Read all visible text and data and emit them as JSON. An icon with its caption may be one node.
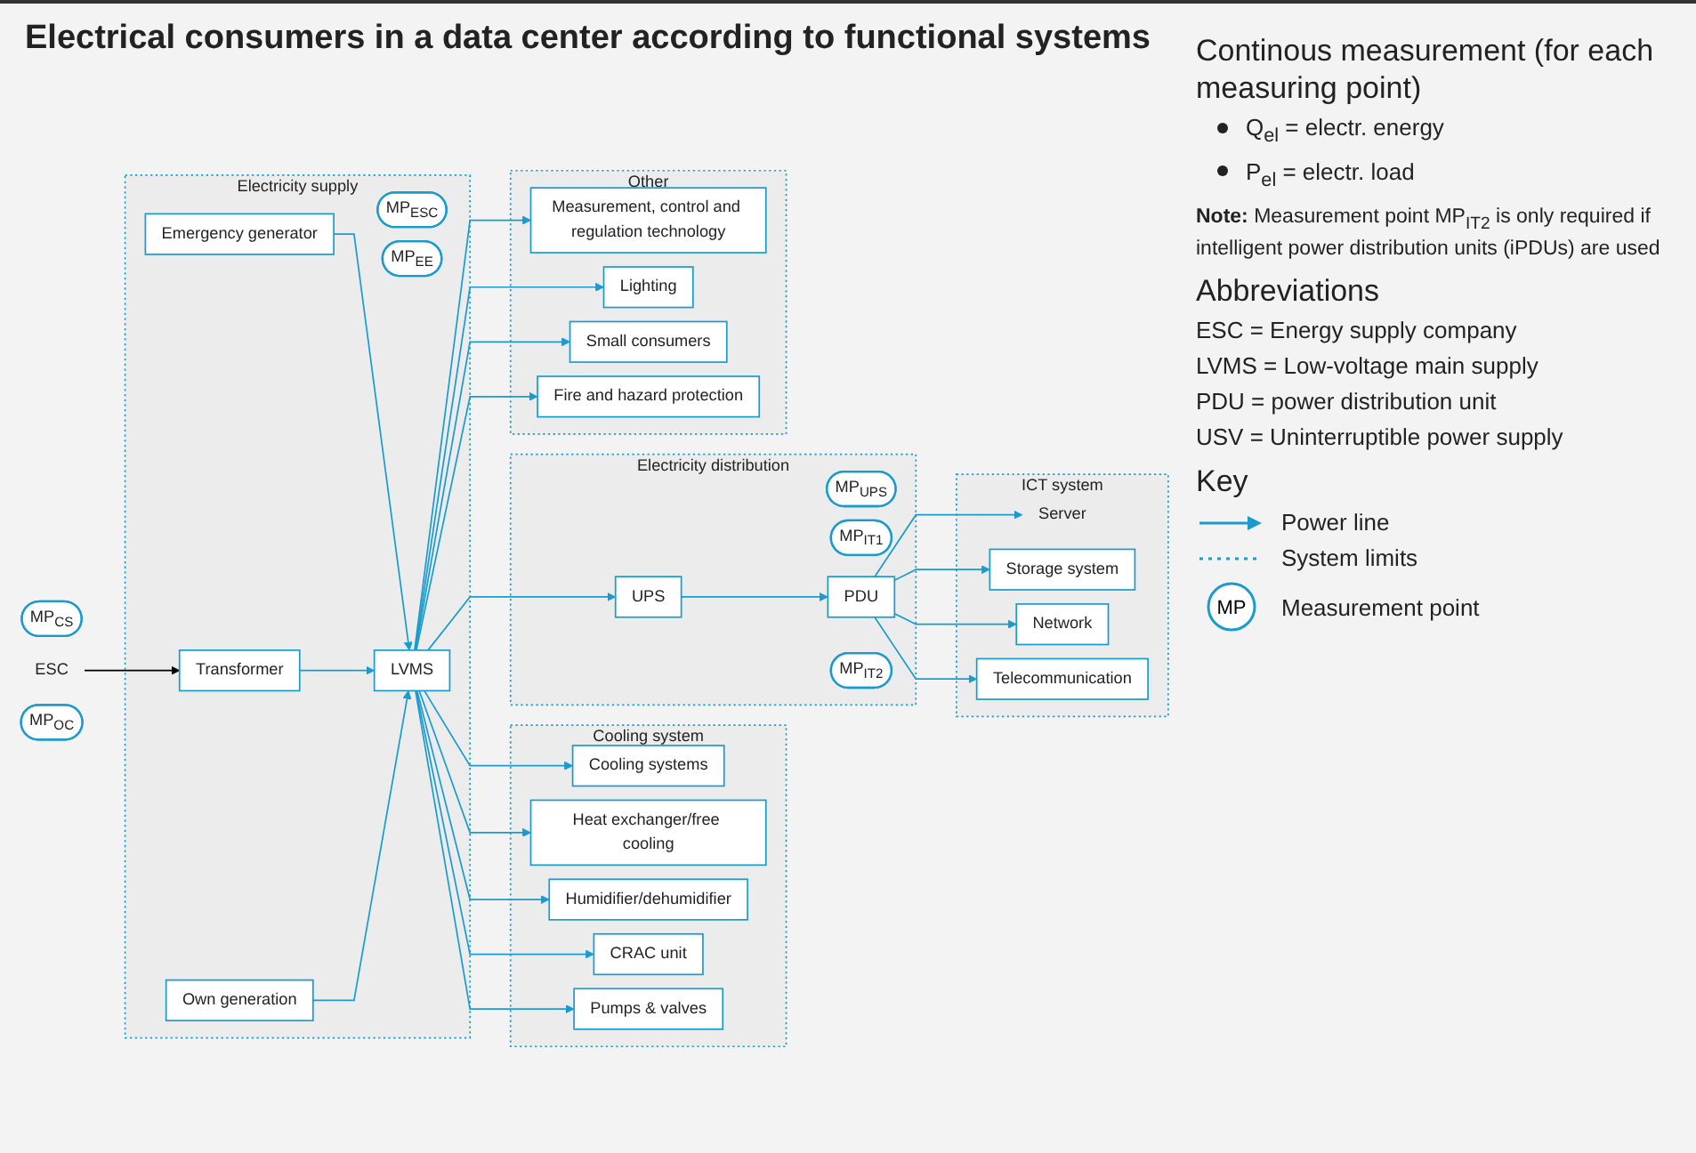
{
  "diagram": {
    "title": "Electrical consumers in a data center according to functional systems",
    "nodes": [
      {
        "text": [
          "Cooling system"
        ]
      },
      {
        "text": [
          "Cooling systems"
        ],
        "in": 0
      },
      {
        "text": [
          "Heat exchanger/free cooling"
        ],
        "in": 0
      },
      {
        "text": [
          "Humidifier/dehumidifier"
        ],
        "in": 0
      },
      {
        "text": [
          "CRAC unit"
        ],
        "in": 0
      },
      {
        "text": [
          "Pumps & valves"
        ],
        "in": 0
      },
      {
        "text": [
          "MP$_{CS}$"
        ]
      },
      {
        "text": [
          "Electricity supply"
        ]
      },
      {
        "text": [
          "Emergency generator"
        ],
        "in": 7
      },
      {
        "text": [
          "Transformer"
        ],
        "in": 7
      },
      {
        "text": [
          "Own generation"
        ],
        "in": 7
      },
      {
        "text": [
          "MP$_{ESC}$"
        ],
        "in": 7
      },
      {
        "text": [
          "MP$_{EE}$"
        ],
        "in": 7
      },
      {
        "text": [
          "LVMS"
        ],
        "in": 7
      },
      {
        "text": [
          "ESC"
        ]
      },
      {
        "text": [
          "Electricity distribution"
        ]
      },
      {
        "text": [
          "MP$_{UPS}$"
        ],
        "in": 15
      },
      {
        "text": [
          "UPS"
        ],
        "in": 15
      },
      {
        "text": [
          "MP$_{IT1}$"
        ],
        "in": 15
      },
      {
        "text": [
          "PDU"
        ],
        "in": 15
      },
      {
        "text": [
          "MP$_{IT2}$"
        ],
        "in": 15
      },
      {
        "text": [
          "ICT system"
        ]
      },
      {
        "text": [
          "Server"
        ],
        "in": 21
      },
      {
        "text": [
          "Storage system"
        ],
        "in": 21
      },
      {
        "text": [
          "Network"
        ],
        "in": 21
      },
      {
        "text": [
          "Telecommunication"
        ],
        "in": 21
      },
      {
        "text": [
          "Other"
        ]
      },
      {
        "text": [
          "Measurement, control and regulation technology"
        ],
        "in": 26
      },
      {
        "text": [
          "Lighting"
        ],
        "in": 26
      },
      {
        "text": [
          "Small consumers"
        ],
        "in": 26
      },
      {
        "text": [
          "Fire and hazard protection"
        ],
        "in": 26
      },
      {
        "text": [
          "MP$_{OC}$"
        ]
      }
    ],
    "edges": [
      {
        "from": 14,
        "to": 9,
        "arrow": "to",
        "color": "#000000"
      },
      {
        "from": 8,
        "to": 13,
        "arrow": "to"
      },
      {
        "from": 9,
        "to": 13,
        "arrow": "to"
      },
      {
        "from": 10,
        "to": 13,
        "arrow": "to"
      },
      {
        "from": 13,
        "to": 1,
        "arrow": "to"
      },
      {
        "from": 13,
        "to": 2,
        "arrow": "to"
      },
      {
        "from": 13,
        "to": 3,
        "arrow": "to"
      },
      {
        "from": 13,
        "to": 4,
        "arrow": "to"
      },
      {
        "from": 13,
        "to": 5,
        "arrow": "to"
      },
      {
        "from": 13,
        "to": 17,
        "arrow": "to"
      },
      {
        "from": 17,
        "to": 19,
        "arrow": "to"
      },
      {
        "from": 19,
        "to": 22,
        "arrow": "to"
      },
      {
        "from": 19,
        "to": 23,
        "arrow": "to"
      },
      {
        "from": 19,
        "to": 24,
        "arrow": "to"
      },
      {
        "from": 19,
        "to": 25,
        "arrow": "to"
      },
      {
        "from": 13,
        "to": 27,
        "arrow": "to"
      },
      {
        "from": 13,
        "to": 28,
        "arrow": "to"
      },
      {
        "from": 13,
        "to": 29,
        "arrow": "to"
      },
      {
        "from": 13,
        "to": 30,
        "arrow": "to"
      }
    ],
    "labels": [
      "Continous measurement (for each measuring point)",
      "Q$_{el}$ = electr. energy",
      "P$_{el}$ = electr. load",
      "**Note:** Measurement point MP$_{IT2}$ is only required if intelligent power distribution units (iPDUs) are used",
      "Abbreviations",
      "ESC = Energy supply company",
      "LVMS = Low-voltage main supply",
      "PDU = power distribution unit",
      "USV = Uninterruptible power supply",
      "Key",
      "MP"
    ],
    "legend": [
      {
        "text": "Power line"
      },
      {
        "text": "System limits"
      },
      {
        "text": "Measurement point"
      }
    ]
  }
}
